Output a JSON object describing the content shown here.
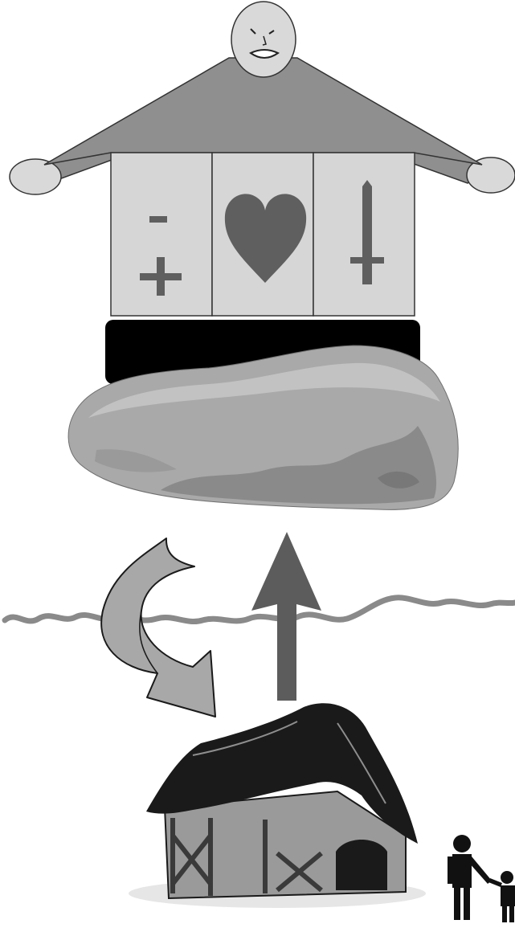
{
  "diagram": {
    "panels": [
      {
        "id": "minus-plus",
        "symbols": [
          "−",
          "+"
        ],
        "icon": "minus-plus-icon"
      },
      {
        "id": "heart",
        "icon": "heart-icon"
      },
      {
        "id": "sword",
        "icon": "sword-icon"
      }
    ],
    "arrows": [
      {
        "id": "curved-down",
        "direction": "down",
        "icon": "curved-arrow-down-icon"
      },
      {
        "id": "straight-up",
        "direction": "up",
        "icon": "arrow-up-icon"
      }
    ],
    "colors": {
      "figure_fill": "#d9d9d9",
      "roof_fill": "#8f8f8f",
      "panel_fill": "#d6d6d6",
      "symbol_fill": "#5f5f5f",
      "base_fill": "#000000",
      "rock_fill": "#a9a9a9",
      "wave_stroke": "#8a8a8a",
      "arrow_up_fill": "#5c5c5c",
      "arrow_curve_fill": "#a8a8a8",
      "hut_roof": "#1a1a1a",
      "hut_wall": "#9a9a9a"
    }
  }
}
